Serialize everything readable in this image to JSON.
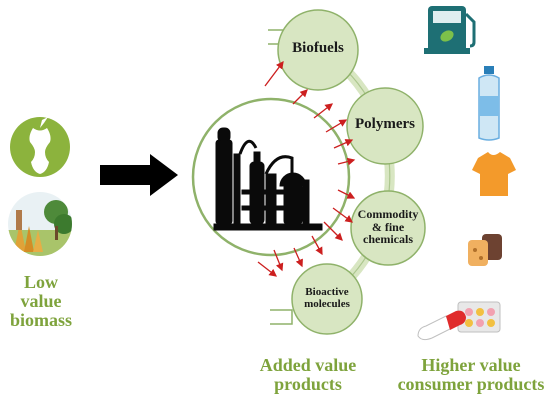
{
  "left": {
    "label_lines": [
      "Low",
      "value",
      "biomass"
    ],
    "icons": [
      "apple-core-icon",
      "forest-landscape-icon"
    ]
  },
  "center": {
    "icon": "biorefinery-icon"
  },
  "products": [
    {
      "lines": [
        "Biofuels"
      ]
    },
    {
      "lines": [
        "Polymers"
      ]
    },
    {
      "lines": [
        "Commodity",
        "& fine",
        "chemicals"
      ]
    },
    {
      "lines": [
        "Bioactive",
        "molecules"
      ]
    }
  ],
  "captions": {
    "added_value": [
      "Added value",
      "products"
    ],
    "consumer": [
      "Higher value",
      "consumer products"
    ]
  },
  "consumer_icons": [
    "fuel-pump-icon",
    "water-bottle-icon",
    "t-shirt-icon",
    "bread-icon",
    "pills-icon"
  ],
  "colors": {
    "circle_fill": "#d8e6c2",
    "circle_stroke": "#8fb26a",
    "arrow_red": "#cc1f1f",
    "label_green": "#7ea33c",
    "factory_black": "#0a0a0a"
  }
}
